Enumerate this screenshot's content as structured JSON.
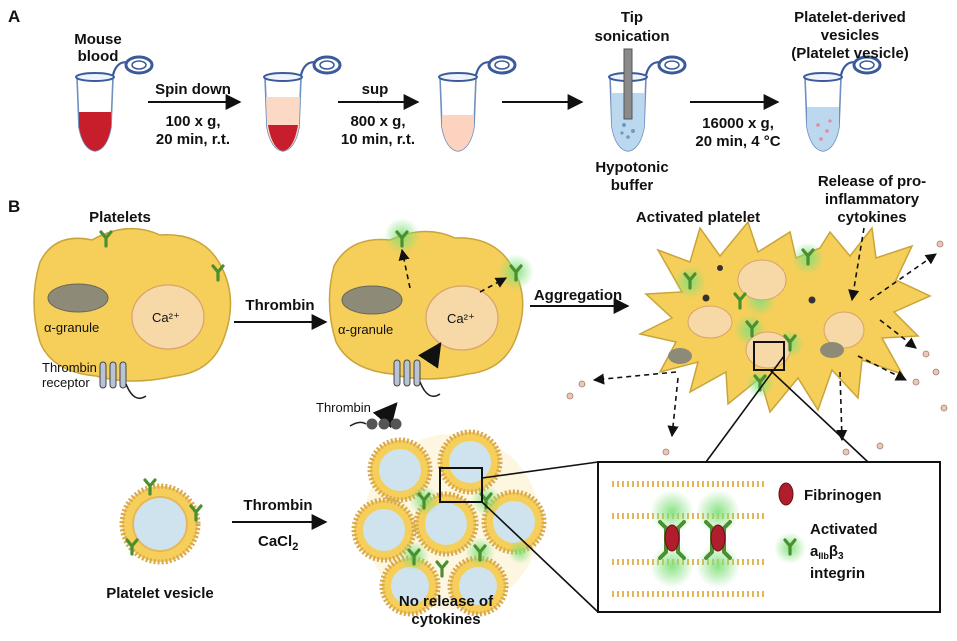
{
  "panel_a": {
    "label": "A",
    "mouse_blood": [
      "Mouse",
      "blood"
    ],
    "step1": {
      "top": "Spin down",
      "line1": "100 x g,",
      "line2": "20 min, r.t."
    },
    "step2": {
      "top": "sup",
      "line1": "800 x g,",
      "line2": "10 min, r.t."
    },
    "tip_sonication": [
      "Tip",
      "sonication"
    ],
    "hypotonic_buffer": [
      "Hypotonic",
      "buffer"
    ],
    "step4": {
      "line1": "16000 x g,",
      "line2": "20 min, 4 °C"
    },
    "product": [
      "Platelet-derived",
      "vesicles",
      "(Platelet vesicle)"
    ]
  },
  "panel_b": {
    "label": "B",
    "platelets": "Platelets",
    "alpha_granule_1": "α-granule",
    "ca_1": "Ca²⁺",
    "thrombin_receptor": [
      "Thrombin",
      "receptor"
    ],
    "thrombin_arrow": "Thrombin",
    "alpha_granule_2": "α-granule",
    "ca_2": "Ca²⁺",
    "thrombin_small": "Thrombin",
    "aggregation": "Aggregation",
    "activated_platelet": "Activated platelet",
    "release": [
      "Release of pro-",
      "inflammatory",
      "cytokines"
    ],
    "platelet_vesicle": "Platelet vesicle",
    "thrombin_vesicle": "Thrombin",
    "cacl2": "CaCl",
    "cacl2_sub": "2",
    "no_release": [
      "No release of",
      "cytokines"
    ],
    "legend_fibrinogen": "Fibrinogen",
    "legend_activated": "Activated",
    "legend_integrin_main": "a",
    "legend_integrin_sub1": "IIb",
    "legend_integrin_beta": "β",
    "legend_integrin_sub2": "3",
    "legend_integrin": "integrin"
  },
  "colors": {
    "platelet_fill": "#f5cf5a",
    "platelet_stroke": "#c9a43a",
    "granule": "#8e8a78",
    "ca_fill": "#f7d9a8",
    "blood_red": "#c81d2a",
    "tube_cap": "#3a5a9c",
    "integrin_green": "#5aa83c",
    "glow_green": "#8fe38a",
    "vesicle_core": "#cfe3ee",
    "fibrinogen": "#b01e2e"
  }
}
